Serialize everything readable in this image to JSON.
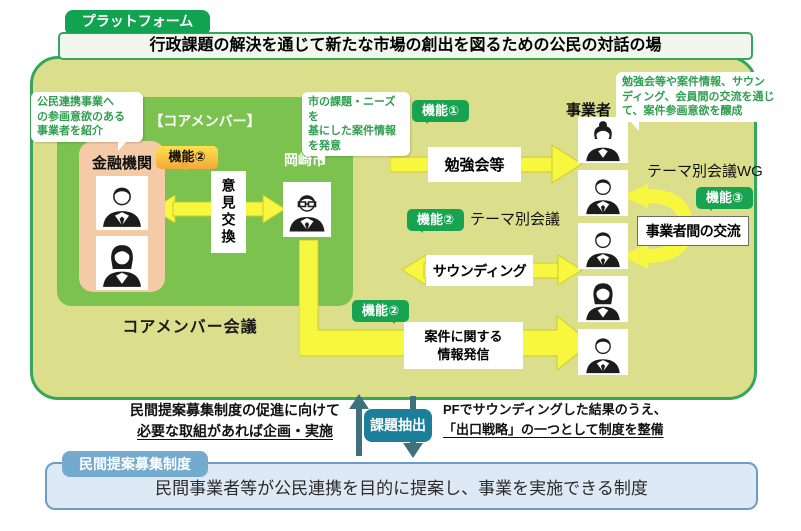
{
  "header": {
    "tag": "プラットフォーム",
    "title": "行政課題の解決を通じて新たな市場の創出を図るための公民の対話の場"
  },
  "core": {
    "heading": "【コアメンバー】",
    "caption": "コアメンバー会議",
    "finance_label": "金融機関",
    "city_label": "岡崎市",
    "exchange_badge": "機能②",
    "exchange_label": "意見交換"
  },
  "callouts": {
    "finance_intro": "公民連携事業へ\nの参画意欲のある\n事業者を紹介",
    "city_info": "市の課題・ニーズを\n基にした案件情報\nを発意",
    "operator_note": "勉強会等や案件情報、サウン\nディング、会員間の交流を通じ\nて、案件参画意欲を醸成"
  },
  "flows": {
    "study": {
      "badge": "機能①",
      "label": "勉強会等"
    },
    "theme": {
      "badge": "機能②",
      "label": "テーマ別会議",
      "arrow_label": "サウンディング"
    },
    "info": {
      "badge": "機能②",
      "label": "案件に関する\n情報発信"
    },
    "exchange3": {
      "badge": "機能③",
      "label": "事業者間の交流"
    }
  },
  "operators": {
    "label": "事業者",
    "wg_label": "テーマ別会議WG",
    "avatars": [
      "woman-elder-icon",
      "man-icon",
      "man-icon",
      "woman-icon",
      "man-icon"
    ]
  },
  "bottom": {
    "left_line1": "民間提案募集制度の促進に向けて",
    "left_line2": "必要な取組があれば企画・実施",
    "extract_label": "課題抽出",
    "right_line1": "PFでサウンディングした結果のうえ、",
    "right_line2": "「出口戦略」の一つとして制度を整備",
    "system_tag": "民間提案募集制度",
    "system_desc": "民間事業者等が公民連携を目的に提案し、事業を実施できる制度"
  },
  "colors": {
    "green_border": "#36a65a",
    "badge_green": "#17a34f",
    "olive_bg": "#dbdf8c",
    "core_green": "#7cc24f",
    "pink": "#f4cba6",
    "arrow_yellow": "#f7f73f",
    "teal": "#1c7f99",
    "blue_tag": "#73aacd",
    "blue_box_bg": "#dde9f4",
    "blue_box_border": "#6b9dc8"
  }
}
